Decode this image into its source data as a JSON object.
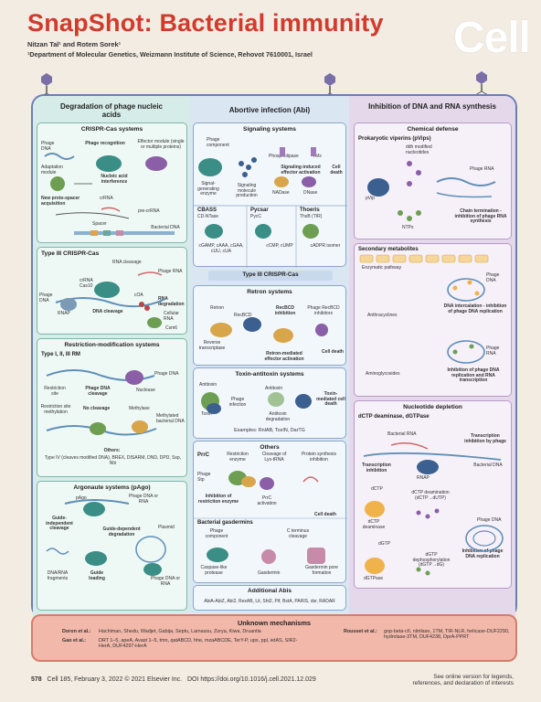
{
  "header": {
    "title": "SnapShot: Bacterial immunity",
    "authors": "Nitzan Tal¹ and Rotem Sorek¹",
    "affiliation": "¹Department of Molecular Genetics, Weizmann Institute of Science, Rehovot 7610001, Israel",
    "logo": "Cell"
  },
  "columns": {
    "left": "Degradation of phage nucleic acids",
    "middle": "Abortive infection (Abi)",
    "right": "Inhibition of DNA and RNA synthesis"
  },
  "crispr": {
    "title": "CRISPR-Cas systems",
    "phage_dna": "Phage DNA",
    "phage_recognition": "Phage recognition",
    "effector": "Effector module (single or multiple proteins)",
    "adaptation": "Adaptation module",
    "nucleic_acid": "Nucleic acid interference",
    "new_spacer": "New proto-spacer acquisition",
    "crrna": "crRNA",
    "pre_crrna": "pre-crRNA",
    "spacer": "Spacer",
    "bacterial_dna": "Bacterial DNA"
  },
  "type3": {
    "title": "Type III CRISPR-Cas",
    "rna_cleavage": "RNA cleavage",
    "phage_rna": "Phage RNA",
    "crrna_cas10": "crRNA Cas10",
    "phage_dna": "Phage DNA",
    "coa": "cOA",
    "rna_degradation": "RNA degradation",
    "rnap": "RNAP",
    "dna_cleavage": "DNA cleavage",
    "cellular_rna": "Cellular RNA",
    "csm6": "Csm6"
  },
  "rm": {
    "title": "Restriction-modification systems",
    "subtitle": "Type I, II, III RM",
    "phage_dna": "Phage DNA",
    "restriction_site": "Restriction site",
    "dna_cleavage": "Phage DNA cleavage",
    "nuclease": "Nuclease",
    "site_methylation": "Restriction site methylation",
    "no_cleavage": "No cleavage",
    "methylase": "Methylase",
    "methylated": "Methylated bacterial DNA",
    "others_title": "Others:",
    "others": "Type IV (cleaves modified DNA), BREX, DISARM, DND, DPD, Ssp, Nhi"
  },
  "pago": {
    "title": "Argonaute systems (pAgo)",
    "pago": "pAgo",
    "phage_dna_rna": "Phage DNA or RNA",
    "guide_indep": "Guide-independent cleavage",
    "guide_dep": "Guide-dependent degradation",
    "plasmid": "Plasmid",
    "fragments": "DNA/RNA fragments",
    "guide_loading": "Guide loading",
    "phage_dna_rna2": "Phage DNA or RNA"
  },
  "signaling": {
    "title": "Signaling systems",
    "phage_component": "Phage component",
    "phospholipase": "Phospholipase",
    "tms": "TMs",
    "activation": "Signaling-induced effector activation",
    "cell_death": "Cell death",
    "enzyme": "Signal-generating enzyme",
    "molecule": "Signaling molecule production",
    "nadase": "NADase",
    "dnase": "DNase",
    "cbass": "CBASS",
    "cbass_enzyme": "CD-NTase",
    "cbass_products": "cGAMP, cAAA, cGAA, cUU, cUA",
    "pycsar": "Pycsar",
    "pycsar_enzyme": "PycC",
    "pycsar_products": "cCMP, cUMP",
    "thoeris": "Thoeris",
    "thoeris_enzyme": "ThsB (TIR)",
    "thoeris_products": "cADPR isomer"
  },
  "type3_bar": "Type III CRISPR-Cas",
  "retron": {
    "title": "Retron systems",
    "retron": "Retron",
    "recbcd": "RecBCD",
    "inhibition": "RecBCD inhibition",
    "phage_inhib": "Phage RecBCD inhibitors",
    "rt": "Reverse transcriptase",
    "effector": "Retron-mediated effector activation",
    "cell_death": "Cell death"
  },
  "ta": {
    "title": "Toxin-antitoxin systems",
    "antitoxin": "Antitoxin",
    "phage_infection": "Phage infection",
    "antitoxin2": "Antitoxin",
    "toxin": "Toxin",
    "degradation": "Antitoxin degradation",
    "mediated": "Toxin-mediated cell death",
    "examples": "Examples: RnlAB, ToxIN, DarTG"
  },
  "others": {
    "title": "Others",
    "prrc": "PrrC",
    "restriction_enzyme": "Restriction enzyme",
    "lys": "Cleavage of Lys-tRNA",
    "protein_inhibition": "Protein synthesis inhibition",
    "phage_stp": "Phage Stp",
    "inhibition": "Inhibition of restriction enzyme",
    "prrc_act": "PrrC activation",
    "cell_death": "Cell death",
    "gasdermins": "Bacterial gasdermins",
    "phage_component": "Phage component",
    "cterm": "C terminus cleavage",
    "caspase": "Caspase-like protease",
    "gasdermin": "Gasdermin",
    "pore": "Gasdermin pore formation"
  },
  "additional": {
    "title": "Additional Abis",
    "list": "AbiA-AbiZ, Abi2, RexAB, Lit, Sht2, Pif, BstA, PARIS, dsr, RADAR"
  },
  "chemical": {
    "title": "Chemical defense",
    "viperins": "Prokaryotic viperins (pVips)",
    "ddh": "ddh modified nucleotides",
    "phage_rna": "Phage RNA",
    "pvip": "pVip",
    "ntps": "NTPs",
    "termination": "Chain termination - inhibition of phage RNA synthesis"
  },
  "secondary": {
    "title": "Secondary metabolites",
    "pathway": "Enzymatic pathway",
    "phage_dna": "Phage DNA",
    "anthracyclines": "Anthracyclines",
    "intercalation": "DNA intercalation - inhibition of phage DNA replication",
    "phage_rna": "Phage RNA",
    "aminoglycosides": "Aminoglycosides",
    "inhibition": "Inhibition of phage DNA replication and RNA transcription"
  },
  "nucleotide": {
    "title": "Nucleotide depletion",
    "sub": "dCTP deaminase, dGTPase",
    "bacterial_rna": "Bacterial RNA",
    "transcription": "Transcription inhibition by phage",
    "transcription_inhib": "Transcription inhibition",
    "bacterial_dna": "Bacterial DNA",
    "rnap": "RNAP",
    "dctp": "dCTP",
    "deamination": "dCTP deamination (dCTP→dUTP)",
    "dctp_deaminase": "dCTP deaminase",
    "phage_dna": "Phage DNA",
    "dgtp": "dGTP",
    "dephos": "dGTP dephosphorylation (dGTP→dG)",
    "dgtpase": "dGTPase",
    "inhibition": "Inhibition of phage DNA replication"
  },
  "unknown": {
    "title": "Unknown mechanisms",
    "doron_label": "Doron et al.:",
    "doron": "Hachiman, Shedu, Wadjet, Gabija, Septu, Lamassu, Zorya, Kiwa, Druantia",
    "gao_label": "Gao et al.:",
    "gao": "DRT 1–5, apeA, Avast 1–5, tmn, qatABCD, hhe, mzaABCDE, TerY-P, upx, ppl, ietAS, SIR2-HerA, DUF4297-HerA",
    "rousset_label": "Rousset et al.:",
    "rousset": "gop-beta-cII, nitrilase, 1TM, TIR-NLR, helicase-DUF2290, hydrolase-3TM, DUF4238, DprA-PPRT"
  },
  "footer": {
    "page": "578",
    "citation": "Cell 185, February 3, 2022 © 2021 Elsevier Inc.",
    "doi": "DOI https://doi.org/10.1016/j.cell.2021.12.029",
    "online": "See online version for legends, references, and declaration of interests"
  },
  "colors": {
    "title": "#d23a2c",
    "left_col": "#d6ece8",
    "mid_col": "#dbe6f3",
    "right_col": "#e4d8ea",
    "unknown": "#f2b8aa"
  }
}
